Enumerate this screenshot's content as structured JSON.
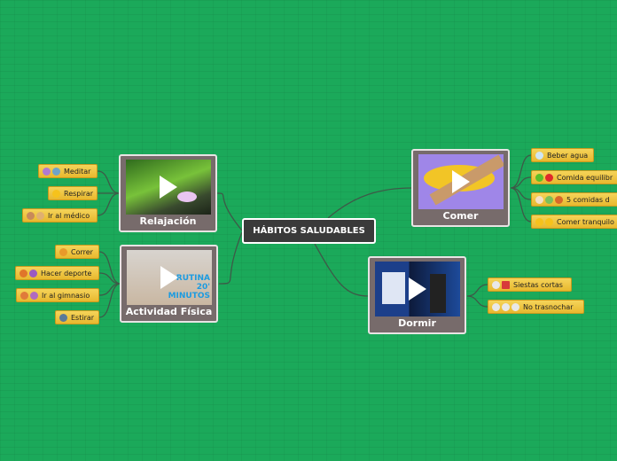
{
  "center": {
    "title": "HÁBITOS SALUDABLES"
  },
  "topics": {
    "relajacion": {
      "label": "Relajación",
      "leaves": [
        {
          "label": "Meditar",
          "icons": [
            "woman-meditating",
            "man-meditating"
          ]
        },
        {
          "label": "Respirar",
          "icons": [
            "face-exhaling"
          ]
        },
        {
          "label": "Ir al médico",
          "icons": [
            "woman-health-worker",
            "man-health-worker"
          ]
        }
      ]
    },
    "actividad": {
      "label": "Actividad Física",
      "image_text": "RUTINA 20' MINUTOS",
      "leaves": [
        {
          "label": "Correr",
          "icons": [
            "runner"
          ]
        },
        {
          "label": "Hacer deporte",
          "icons": [
            "person-sport",
            "person-sport"
          ]
        },
        {
          "label": "Ir al gimnasio",
          "icons": [
            "weightlifter",
            "weightlifter"
          ]
        },
        {
          "label": "Estirar",
          "icons": [
            "sneaker"
          ]
        }
      ]
    },
    "comer": {
      "label": "Comer",
      "leaves": [
        {
          "label": "Beber agua",
          "icons": [
            "water-glass"
          ]
        },
        {
          "label": "Comida equilibr",
          "icons": [
            "green-apple",
            "red-apple"
          ]
        },
        {
          "label": "5 comidas d",
          "icons": [
            "egg",
            "salad",
            "pizza"
          ]
        },
        {
          "label": "Comer tranquilo",
          "icons": [
            "smiling-face",
            "yum-face"
          ]
        }
      ]
    },
    "dormir": {
      "label": "Dormir",
      "leaves": [
        {
          "label": "Siestas cortas",
          "icons": [
            "timer",
            "bed"
          ]
        },
        {
          "label": "No trasnochar",
          "icons": [
            "clock",
            "clock",
            "clock"
          ]
        }
      ]
    }
  },
  "colors": {
    "background": "#1ba95a",
    "leaf": "#f0c840",
    "topic": "#776b6b",
    "center": "#3a3a3a"
  }
}
